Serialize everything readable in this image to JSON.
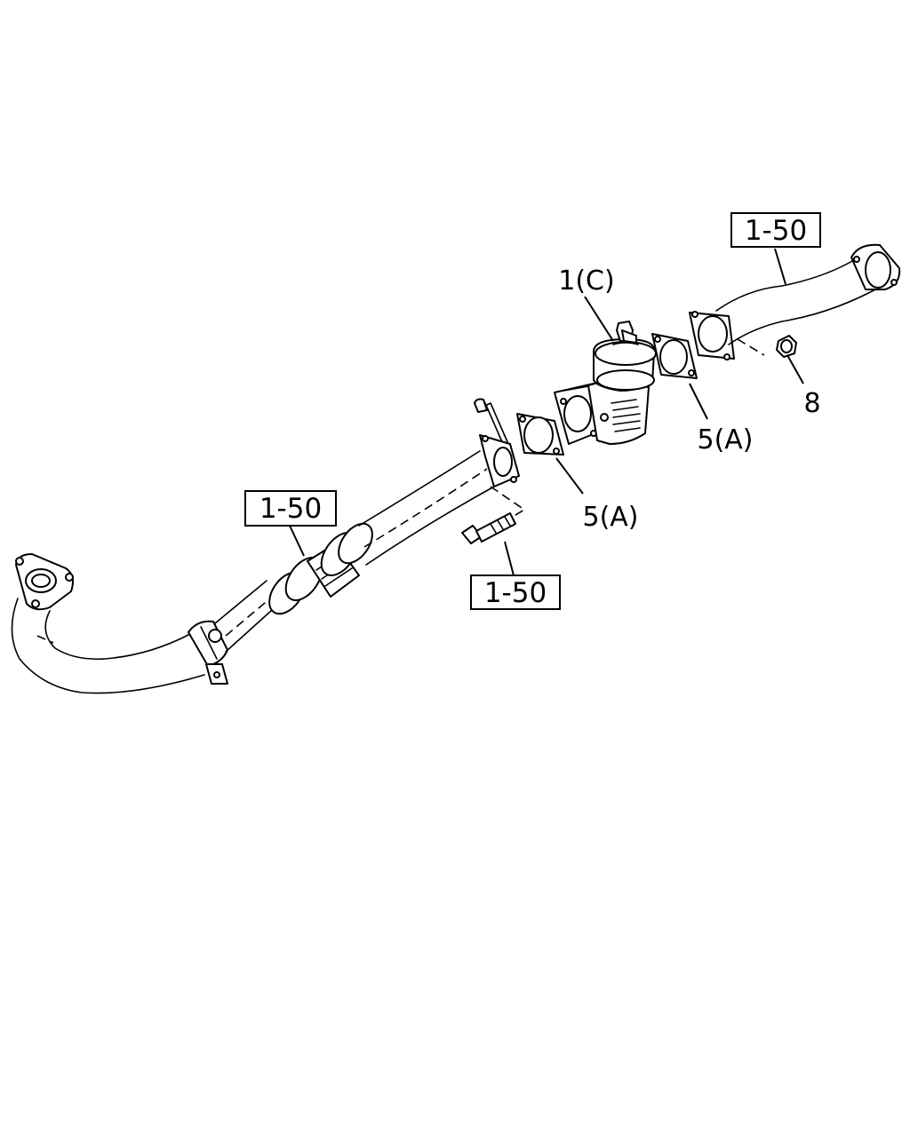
{
  "callouts": {
    "ref_upper_right": "1-50",
    "ref_left_pipe": "1-50",
    "ref_bolt": "1-50",
    "part_converter": "1(C)",
    "part_gasket_right": "5(A)",
    "part_gasket_left": "5(A)",
    "part_nut": "8"
  }
}
